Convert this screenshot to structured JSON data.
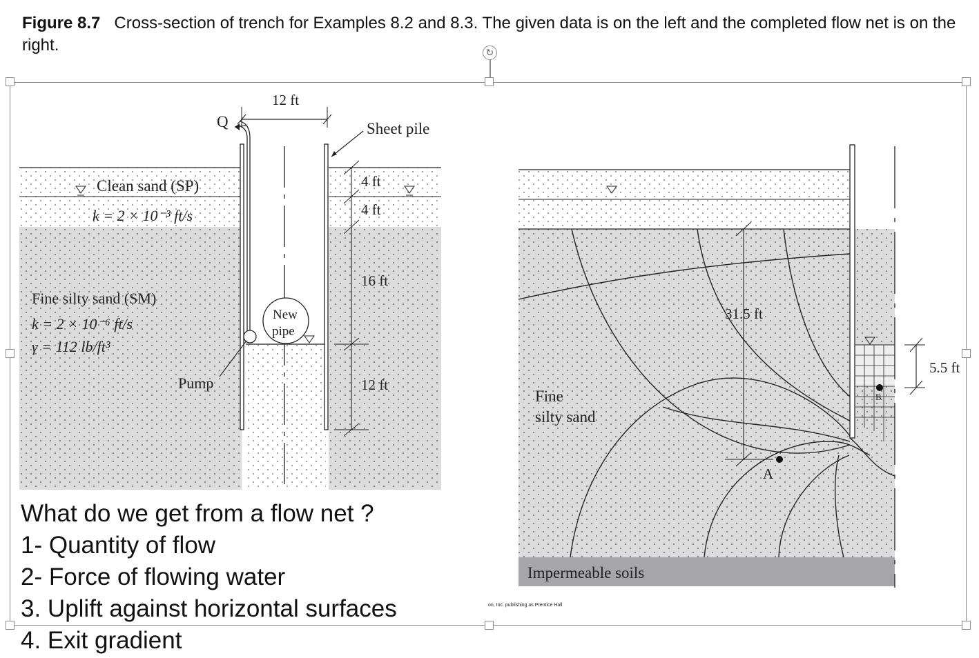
{
  "caption": {
    "figure_label": "Figure 8.7",
    "text": "Cross-section of trench for Examples 8.2 and 8.3. The given data is on the left and the completed flow net is on the right."
  },
  "left_diagram": {
    "dim_width": "12 ft",
    "q_label": "Q",
    "sheet_pile_label": "Sheet pile",
    "clean_sand_label": "Clean sand (SP)",
    "k_sp": "k = 2 × 10⁻³ ft/s",
    "fine_sand_label": "Fine silty sand (SM)",
    "k_sm": "k = 2 × 10⁻⁶ ft/s",
    "gamma": "γ = 112 lb/ft³",
    "new_pipe_line1": "New",
    "new_pipe_line2": "pipe",
    "pump_label": "Pump",
    "dim_1": "4 ft",
    "dim_2": "4 ft",
    "dim_3": "16 ft",
    "dim_4": "12 ft"
  },
  "right_diagram": {
    "fine_silty_sand_line1": "Fine",
    "fine_silty_sand_line2": "silty sand",
    "dim_depth": "31.5 ft",
    "dim_head": "5.5 ft",
    "point_a": "A",
    "point_b": "B",
    "impermeable_label": "Impermeable soils"
  },
  "questions": {
    "heading": "What do we get from a flow net ?",
    "item1": "1- Quantity of flow",
    "item2": "2- Force of flowing water",
    "item3": "3. Uplift against horizontal surfaces",
    "item4": "4. Exit gradient"
  },
  "credit": "on, Inc. publishing as Prentice Hall",
  "icons": {
    "rotate": "rotate-handle-icon"
  },
  "colors": {
    "soil_gray": "#dcdcdc",
    "impermeable_gray": "#a5a5aa",
    "selection_border": "#8a8a8a"
  }
}
